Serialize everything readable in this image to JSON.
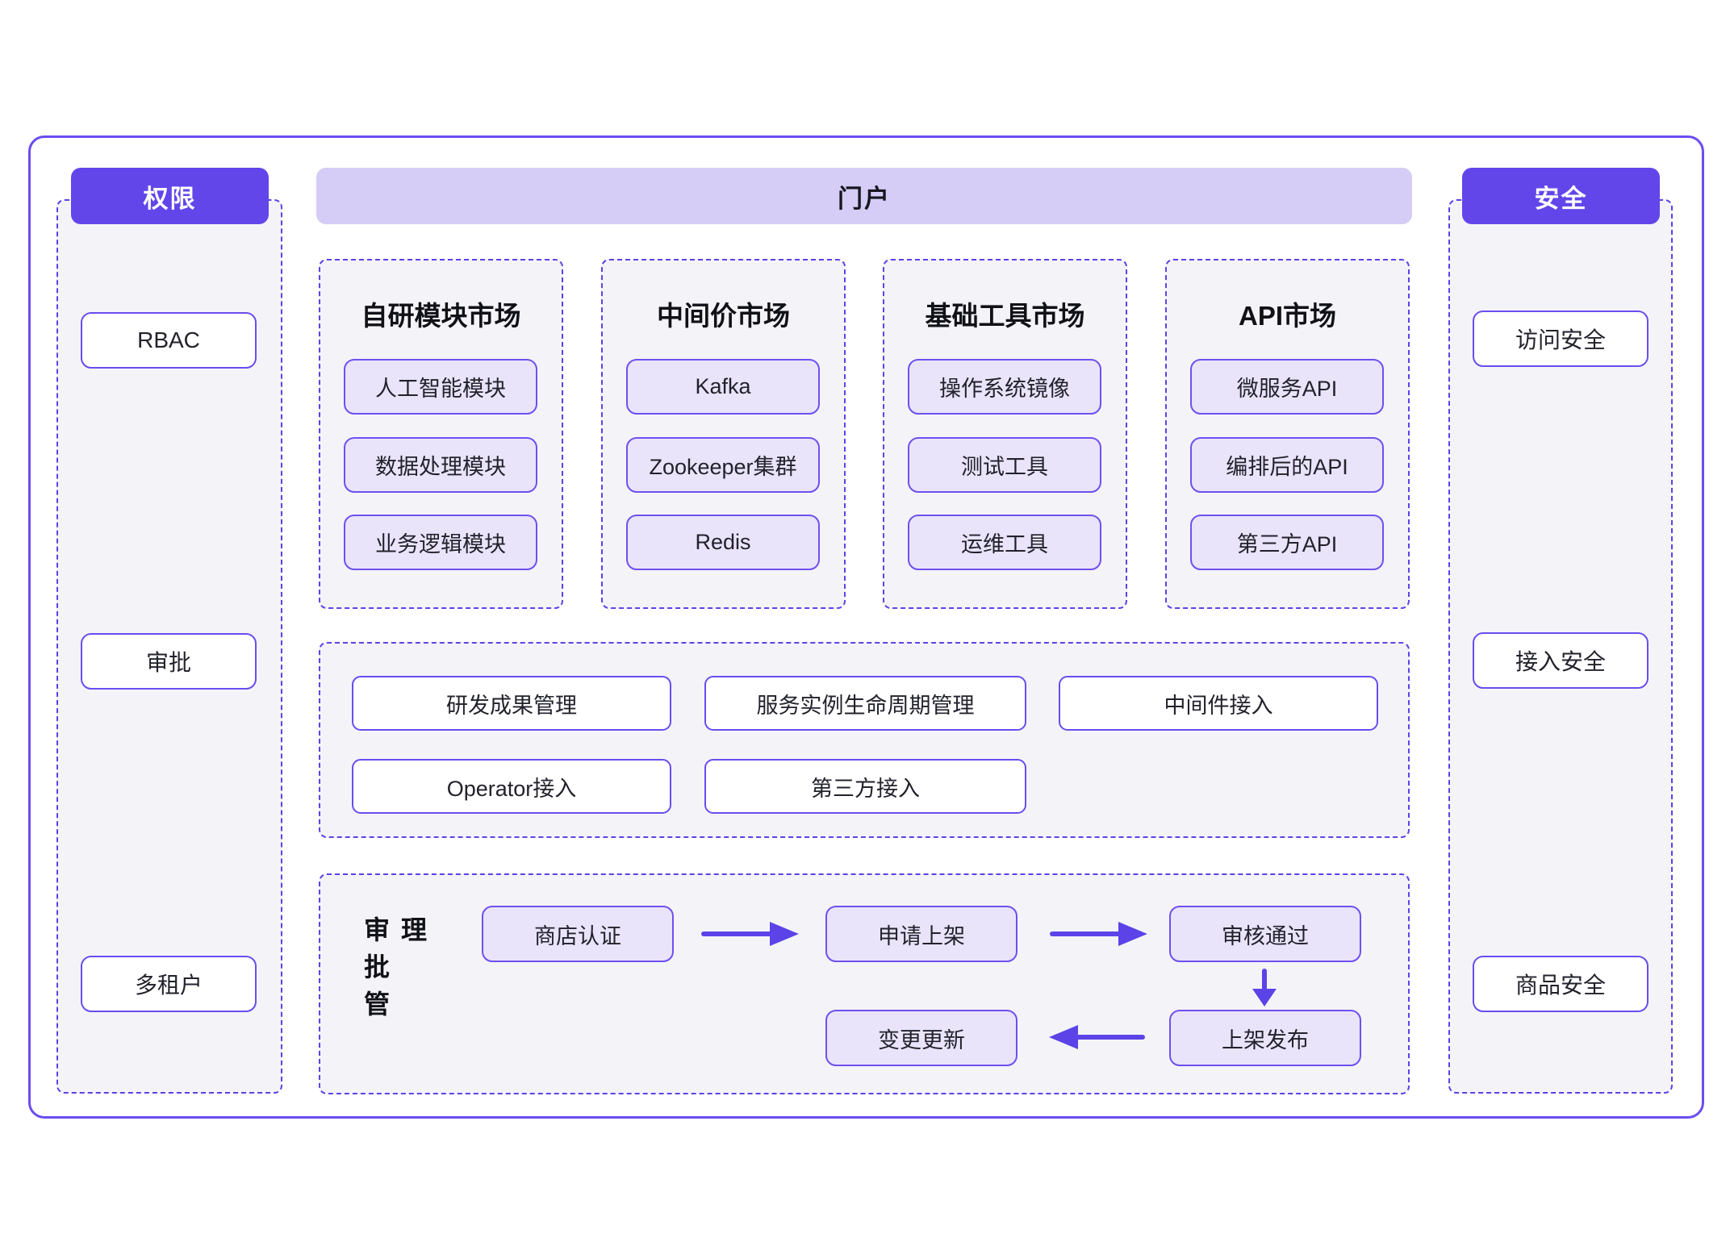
{
  "colors": {
    "accent_purple": "#6246ea",
    "arrow_purple": "#5b43e8",
    "banner_lavender": "#d5cdf6",
    "chip_fill": "#e9e4fa",
    "panel_bg": "#f4f4f8",
    "box_border": "#6b4cf0"
  },
  "left_panel": {
    "title": "权限",
    "items": [
      "RBAC",
      "审批",
      "多租户"
    ]
  },
  "portal": {
    "title": "门户"
  },
  "markets": [
    {
      "title": "自研模块市场",
      "items": [
        "人工智能模块",
        "数据处理模块",
        "业务逻辑模块"
      ]
    },
    {
      "title": "中间价市场",
      "items": [
        "Kafka",
        "Zookeeper集群",
        "Redis"
      ]
    },
    {
      "title": "基础工具市场",
      "items": [
        "操作系统镜像",
        "测试工具",
        "运维工具"
      ]
    },
    {
      "title": "API市场",
      "items": [
        "微服务API",
        "编排后的API",
        "第三方API"
      ]
    }
  ],
  "management": {
    "row1": [
      "研发成果管理",
      "服务实例生命周期管理",
      "中间件接入"
    ],
    "row2": [
      "Operator接入",
      "第三方接入"
    ]
  },
  "approval_flow": {
    "label": "审批管理",
    "steps": [
      "商店认证",
      "申请上架",
      "审核通过",
      "上架发布",
      "变更更新"
    ]
  },
  "right_panel": {
    "title": "安全",
    "items": [
      "访问安全",
      "接入安全",
      "商品安全"
    ]
  }
}
